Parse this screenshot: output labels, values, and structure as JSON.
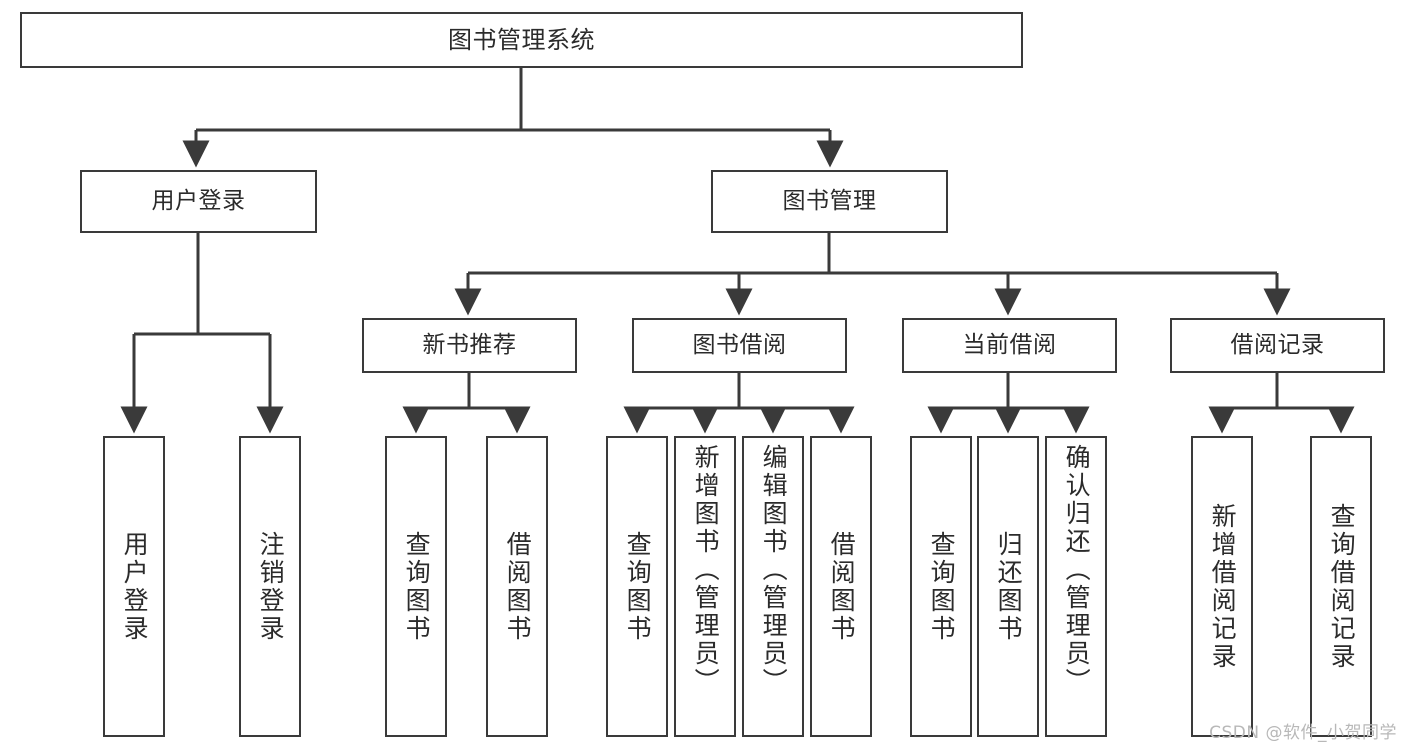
{
  "diagram": {
    "title": "图书管理系统",
    "type": "tree",
    "stroke_color": "#3a3a3a",
    "text_color": "#2b2b2b",
    "background_color": "#ffffff",
    "watermark": "CSDN @软件_小贺同学",
    "watermark_color": "#b8b8b8"
  },
  "nodes": {
    "root": {
      "label": "图书管理系统"
    },
    "level2": [
      {
        "label": "用户登录"
      },
      {
        "label": "图书管理"
      }
    ],
    "level3": [
      {
        "label": "新书推荐"
      },
      {
        "label": "图书借阅"
      },
      {
        "label": "当前借阅"
      },
      {
        "label": "借阅记录"
      }
    ],
    "leaves": [
      {
        "label": "用户登录"
      },
      {
        "label": "注销登录"
      },
      {
        "label": "查询图书"
      },
      {
        "label": "借阅图书"
      },
      {
        "label": "查询图书"
      },
      {
        "label": "新增图书（管理员）"
      },
      {
        "label": "编辑图书（管理员）"
      },
      {
        "label": "借阅图书"
      },
      {
        "label": "查询图书"
      },
      {
        "label": "归还图书"
      },
      {
        "label": "确认归还（管理员）"
      },
      {
        "label": "新增借阅记录"
      },
      {
        "label": "查询借阅记录"
      }
    ]
  }
}
